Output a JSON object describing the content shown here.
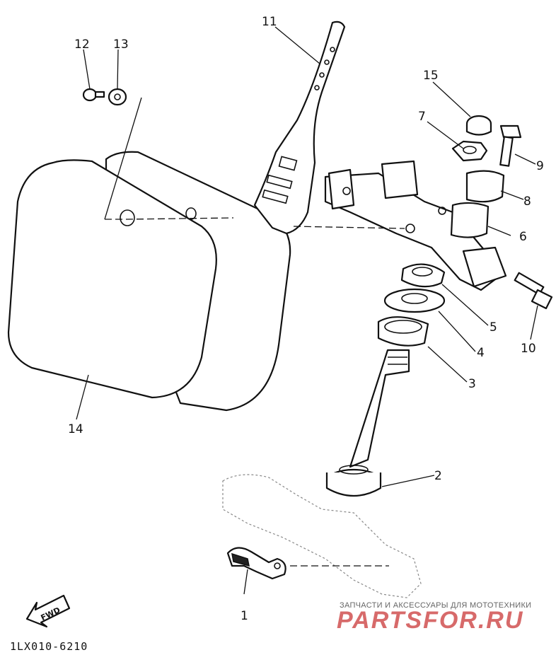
{
  "diagram": {
    "drawing_code": "1LX010-6210",
    "fwd_label": "FWD",
    "callouts": [
      "1",
      "2",
      "3",
      "4",
      "5",
      "6",
      "7",
      "8",
      "9",
      "10",
      "11",
      "12",
      "13",
      "14",
      "15"
    ]
  },
  "watermark": {
    "caption": "ЗАПЧАСТИ И АКСЕССУАРЫ ДЛЯ МОТОТЕХНИКИ",
    "logo": "PARTSFOR.RU"
  }
}
